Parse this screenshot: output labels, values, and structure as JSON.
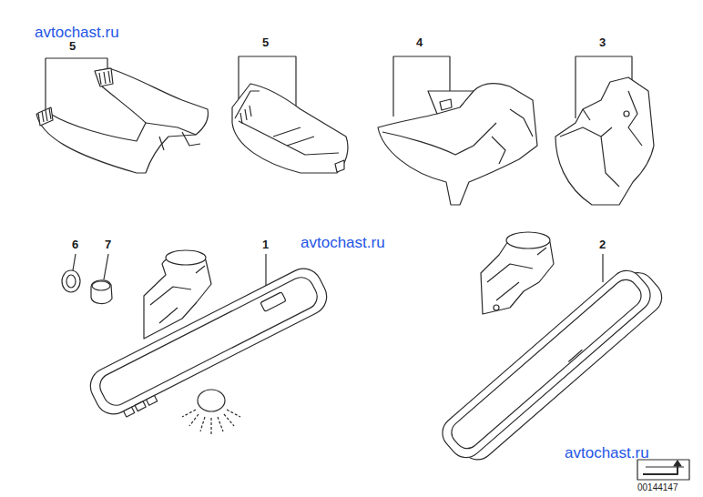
{
  "diagram": {
    "labels": [
      "avtochast.ru",
      "5",
      "5",
      "4",
      "3",
      "6",
      "7",
      "1",
      "avtochast.ru",
      "2",
      "avtochast.ru",
      "00144147"
    ]
  }
}
